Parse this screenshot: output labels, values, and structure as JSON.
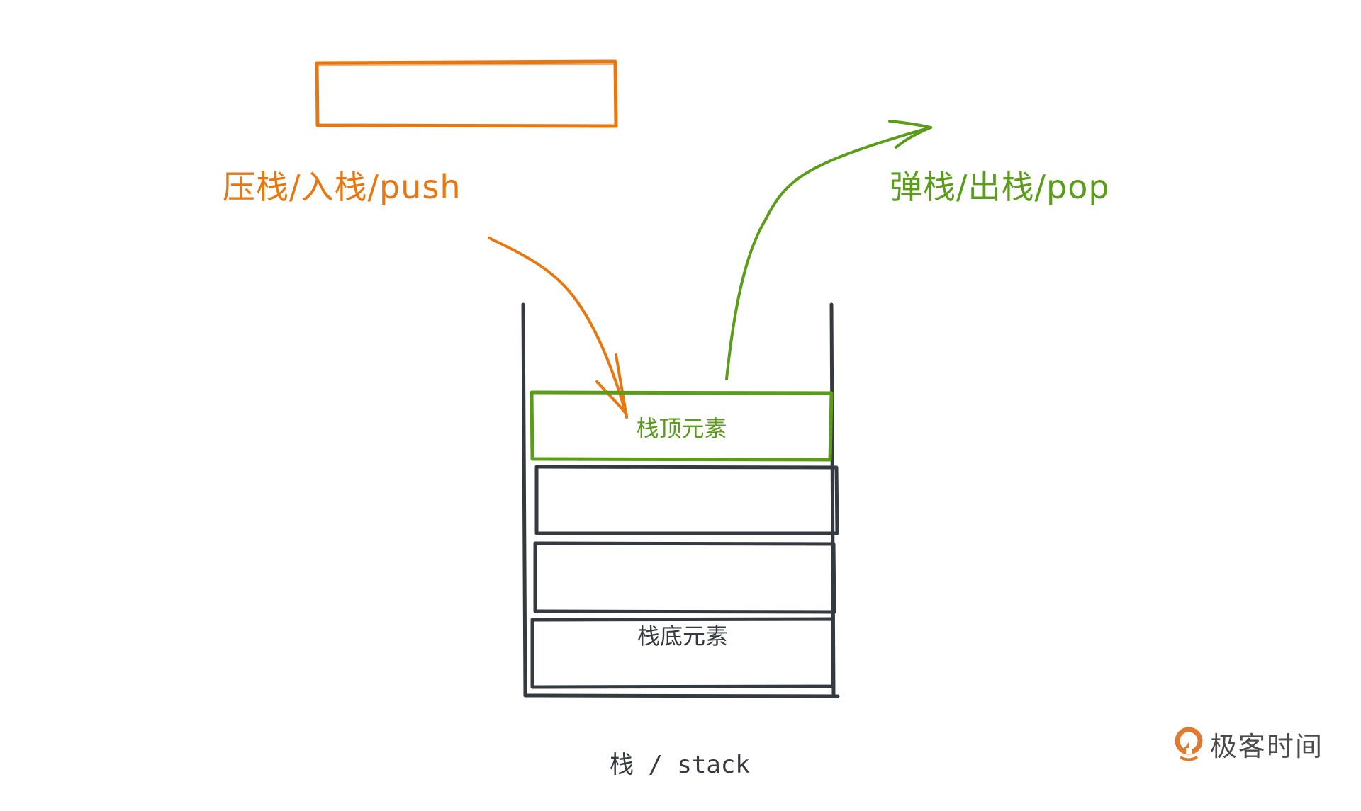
{
  "diagram": {
    "title": "栈 / stack",
    "push_label": "压栈/入栈/push",
    "pop_label": "弹栈/出栈/pop",
    "stack_elements": [
      {
        "label": "栈顶元素",
        "role": "top",
        "color": "#5b9c1a"
      },
      {
        "label": "",
        "role": "middle",
        "color": "#343a40"
      },
      {
        "label": "",
        "role": "middle",
        "color": "#343a40"
      },
      {
        "label": "栈底元素",
        "role": "bottom",
        "color": "#343a40"
      }
    ],
    "incoming_element_color": "#e8770f",
    "colors": {
      "push": "#e8770f",
      "pop": "#5b9c1a",
      "stroke": "#343a40"
    }
  },
  "branding": {
    "logo_text": "极客时间",
    "logo_icon": "geektime-logo-icon",
    "logo_color": "#e07a2e"
  }
}
